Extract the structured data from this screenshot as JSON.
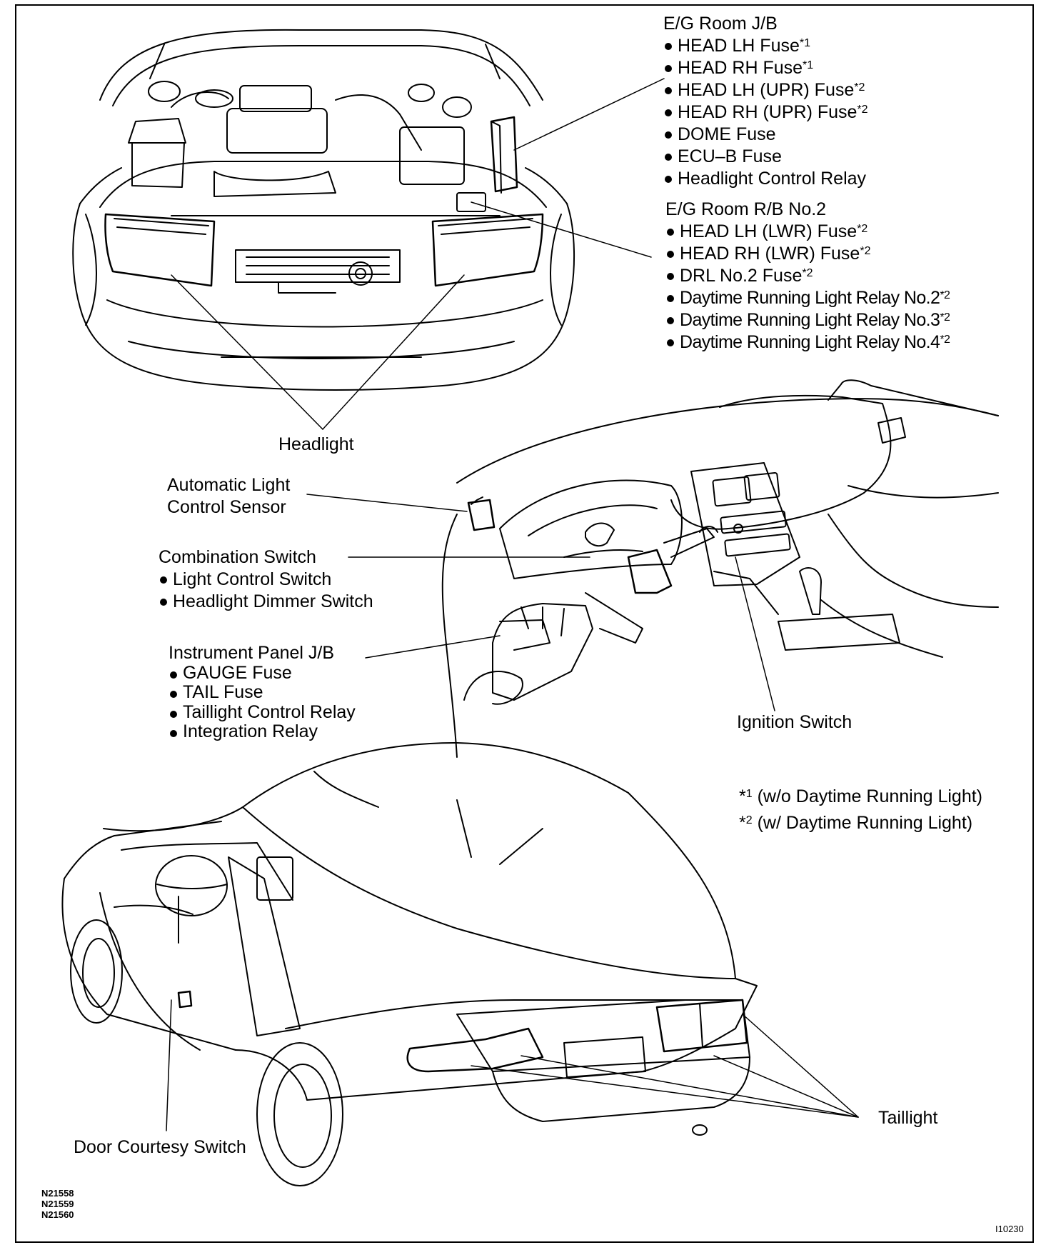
{
  "eg_room_jb": {
    "title": "E/G Room J/B",
    "items": [
      {
        "text": "HEAD LH Fuse",
        "note": "*1"
      },
      {
        "text": "HEAD RH Fuse",
        "note": "*1"
      },
      {
        "text": "HEAD LH (UPR) Fuse",
        "note": "*2"
      },
      {
        "text": "HEAD RH (UPR) Fuse",
        "note": "*2"
      },
      {
        "text": "DOME Fuse",
        "note": ""
      },
      {
        "text": "ECU–B Fuse",
        "note": ""
      },
      {
        "text": "Headlight Control Relay",
        "note": ""
      }
    ]
  },
  "eg_room_rb2": {
    "title": "E/G Room R/B No.2",
    "items": [
      {
        "text": "HEAD LH (LWR) Fuse",
        "note": "*2"
      },
      {
        "text": "HEAD RH (LWR) Fuse",
        "note": "*2"
      },
      {
        "text": "DRL No.2 Fuse",
        "note": "*2"
      },
      {
        "text": "Daytime Running Light Relay No.2",
        "note": "*2"
      },
      {
        "text": "Daytime Running Light Relay No.3",
        "note": "*2"
      },
      {
        "text": "Daytime Running Light Relay No.4",
        "note": "*2"
      }
    ]
  },
  "headlight": "Headlight",
  "auto_light_sensor": {
    "line1": "Automatic Light",
    "line2": "Control Sensor"
  },
  "combination_switch": {
    "title": "Combination Switch",
    "items": [
      {
        "text": "Light Control Switch"
      },
      {
        "text": "Headlight Dimmer Switch"
      }
    ]
  },
  "instrument_panel_jb": {
    "title": "Instrument Panel J/B",
    "items": [
      {
        "text": "GAUGE Fuse"
      },
      {
        "text": "TAIL Fuse"
      },
      {
        "text": "Taillight Control Relay"
      },
      {
        "text": "Integration Relay"
      }
    ]
  },
  "ignition_switch": "Ignition Switch",
  "footnotes": [
    {
      "mark": "1",
      "prefix": "*",
      "text": "(w/o Daytime Running Light)"
    },
    {
      "mark": "2",
      "prefix": "*",
      "text": "(w/ Daytime Running Light)"
    }
  ],
  "taillight": "Taillight",
  "door_courtesy_switch": "Door Courtesy Switch",
  "figure_codes": [
    "N21558",
    "N21559",
    "N21560"
  ],
  "figure_id": "I10230"
}
